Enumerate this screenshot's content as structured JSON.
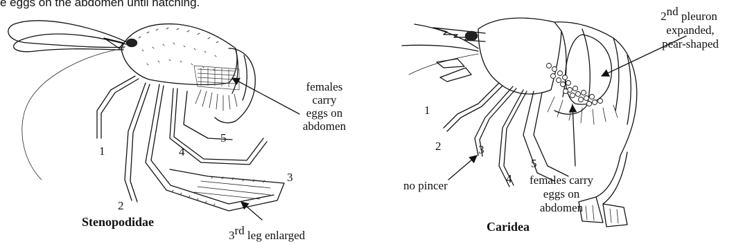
{
  "caption_fragment": "e eggs on the abdomen until hatching.",
  "left": {
    "title": "Stenopodidae",
    "labels": {
      "eggs_line1": "females",
      "eggs_line2": "carry",
      "eggs_line3": "eggs on",
      "eggs_line4": "abdomen",
      "leg3_prefix": "3",
      "leg3_sup": "rd",
      "leg3_suffix": " leg enlarged"
    },
    "leg_numbers": [
      "1",
      "2",
      "3",
      "4",
      "5"
    ]
  },
  "right": {
    "title": "Caridea",
    "labels": {
      "pleuron_prefix": "2",
      "pleuron_sup": "nd",
      "pleuron_suffix": " pleuron",
      "pleuron_line2": "expanded,",
      "pleuron_line3": "pear-shaped",
      "pincer": "no pincer",
      "eggs_line1": "females carry",
      "eggs_line2": "eggs on",
      "eggs_line3": "abdomen"
    },
    "leg_numbers": [
      "1",
      "2",
      "3",
      "4",
      "5"
    ]
  }
}
